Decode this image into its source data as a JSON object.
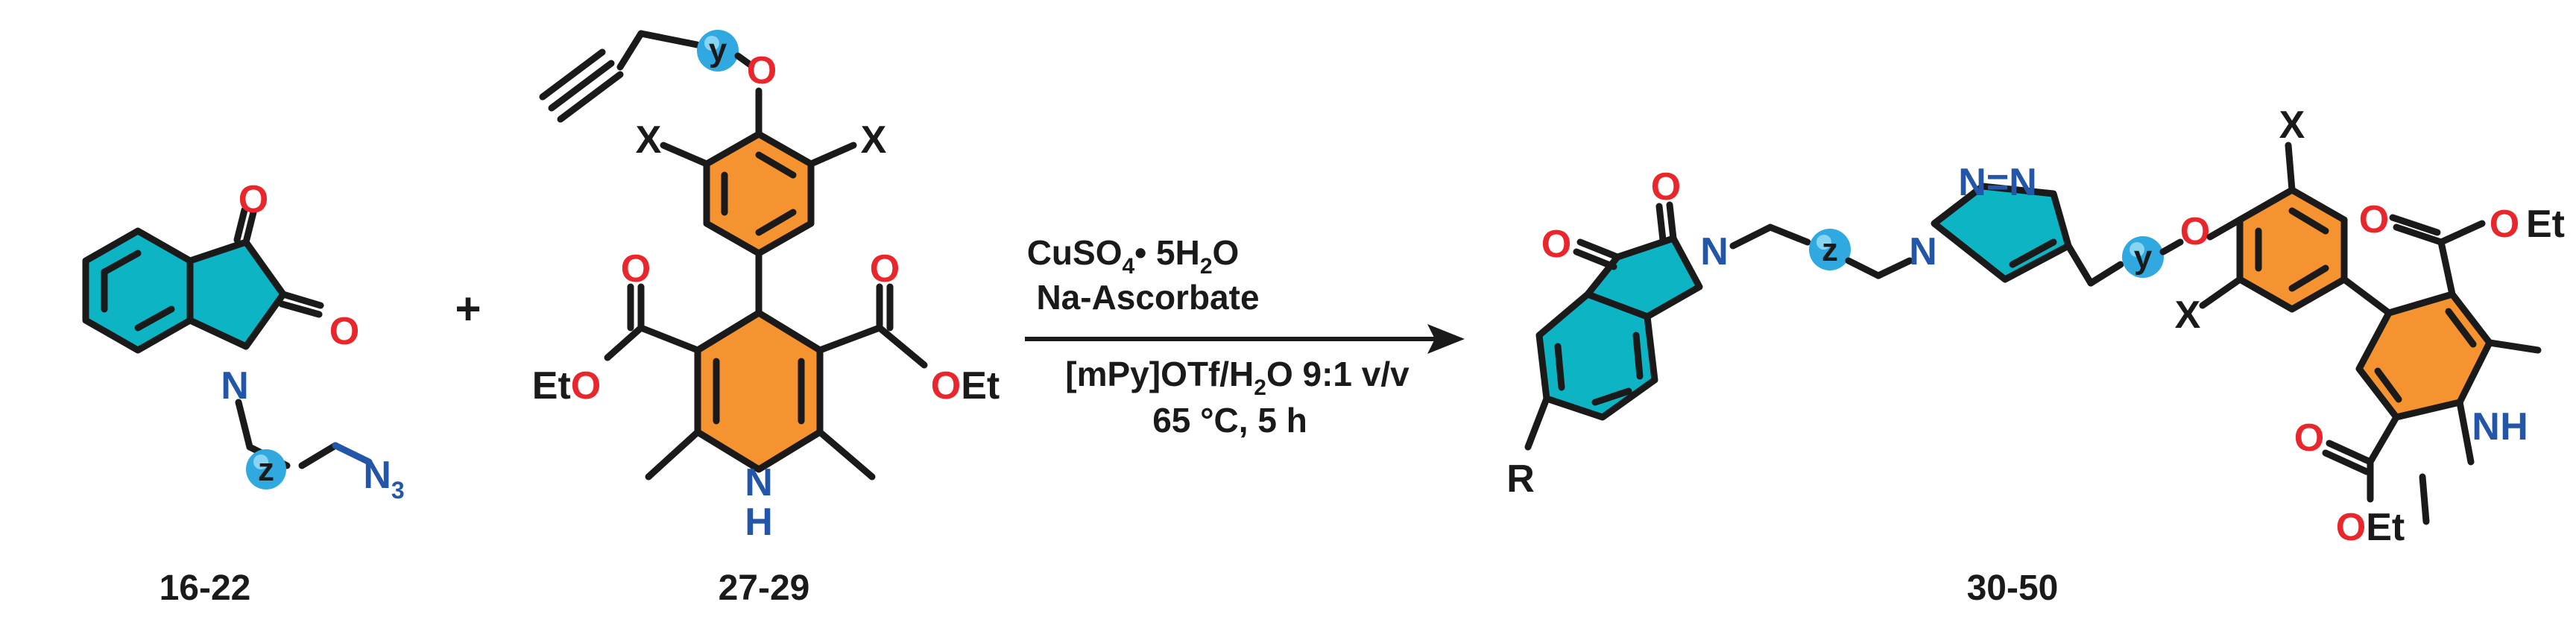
{
  "colors": {
    "teal": "#0db5c4",
    "orange": "#f4932f",
    "oxygen_red": "#e8262c",
    "nitrogen_blue": "#2356a8",
    "bond_black": "#1a1a1a",
    "linker_sphere": "#2fa9e0"
  },
  "reactant1": {
    "compound_id": "16-22",
    "carbonyl_o_top": "O",
    "carbonyl_o_right": "O",
    "ring_n": "N",
    "linker": "z",
    "azide": "N",
    "azide_sub": "3"
  },
  "plus": "+",
  "reactant2": {
    "compound_id": "27-29",
    "linker": "y",
    "ether_o": "O",
    "x_left": "X",
    "x_right": "X",
    "ester_o_left": "O",
    "ester_o_right": "O",
    "et_left": "Et",
    "et_left_o": "O",
    "et_right_o": "O",
    "et_right": "Et",
    "nh_n": "N",
    "nh_h": "H"
  },
  "conditions": {
    "reagent1_a": "CuSO",
    "reagent1_sub": "4",
    "reagent1_b": "• 5H",
    "reagent1_sub2": "2",
    "reagent1_c": "O",
    "reagent2": "Na-Ascorbate",
    "solvent_a": "[mPy]OTf/H",
    "solvent_sub": "2",
    "solvent_b": "O 9:1 v/v",
    "temp_time": "65 °C, 5 h"
  },
  "product": {
    "compound_id": "30-50",
    "isatin_o_top": "O",
    "isatin_o_left": "O",
    "isatin_n": "N",
    "linker_z": "z",
    "triazole_n1": "N",
    "triazole_n2": "N",
    "triazole_n3": "N",
    "triazole_eq": "=",
    "linker_y": "y",
    "ether_o": "O",
    "x_top": "X",
    "x_bottom": "X",
    "r_group": "R",
    "ester_top_o": "O",
    "ester_top_o2": "O",
    "ester_top_et": "Et",
    "ester_bottom_o": "O",
    "ester_bottom_o2": "O",
    "ester_bottom_et": "Et",
    "nh_n": "N",
    "nh_h": "H"
  }
}
